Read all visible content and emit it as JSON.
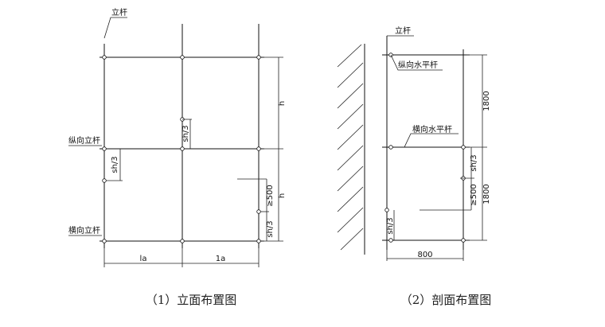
{
  "elevation": {
    "caption": "（1）立面布置图",
    "labels": {
      "upright": "立杆",
      "longitudinal_pole": "纵向立杆",
      "transverse_pole": "横向立杆",
      "h_upper": "h",
      "h_lower": "h",
      "sh3_center": "sh/3",
      "sh3_left": "sh/3",
      "sh3_right": "sh/3",
      "min500": "≥500",
      "la_left": "la",
      "la_right": "1a"
    }
  },
  "section": {
    "caption": "（2）剖面布置图",
    "labels": {
      "upright": "立杆",
      "longitudinal_horizontal": "纵向水平杆",
      "transverse_horizontal": "横向水平杆",
      "dim_upper": "1800",
      "dim_lower": "1800",
      "sh3_right": "sh/3",
      "sh3_left": "sh/3",
      "min500": "≥500",
      "width": "800"
    }
  }
}
